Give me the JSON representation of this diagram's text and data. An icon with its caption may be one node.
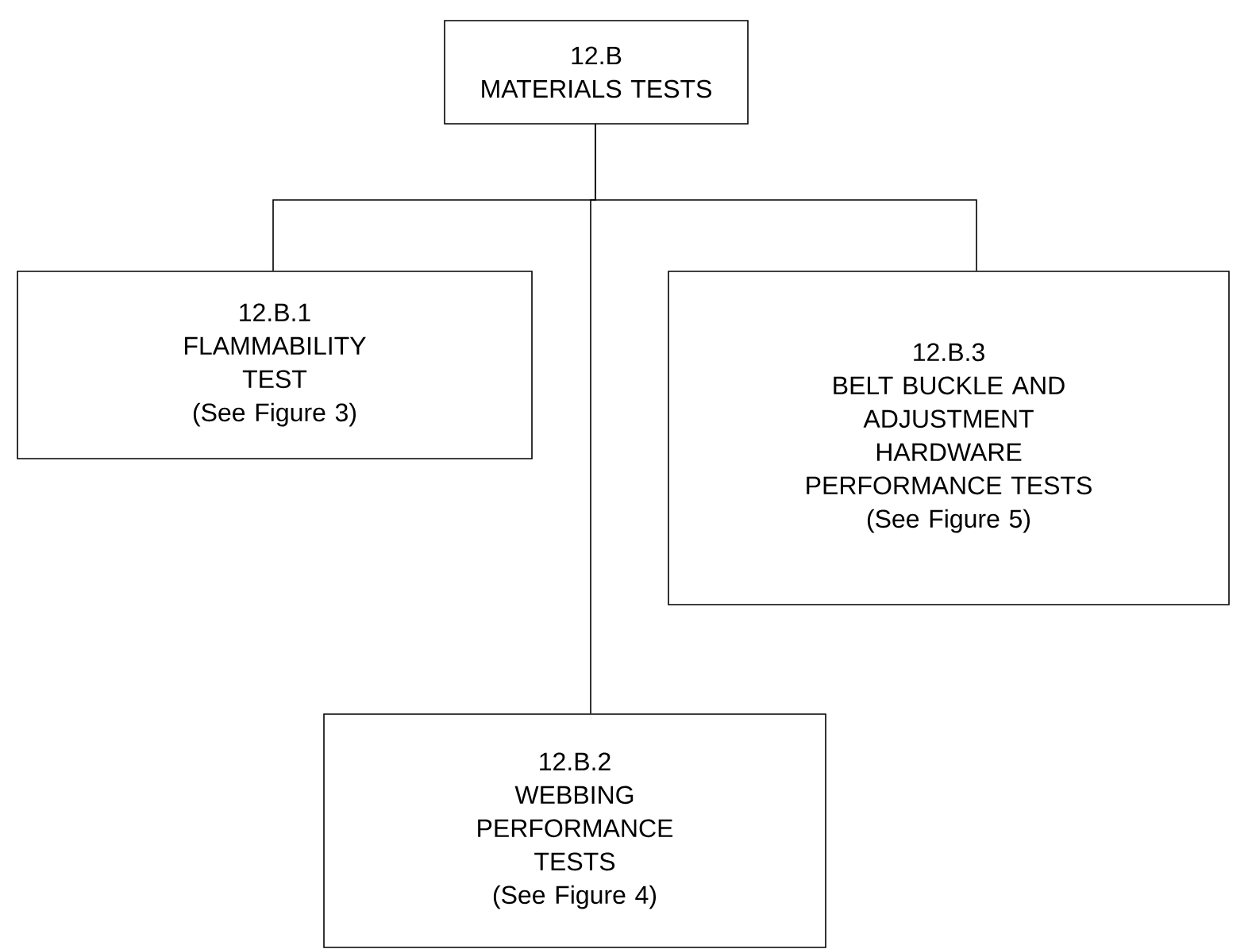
{
  "diagram": {
    "nodes": [
      {
        "text": [
          "12.B",
          "MATERIALS TESTS"
        ]
      },
      {
        "text": [
          "12.B.1",
          "FLAMMABILITY TEST",
          "(See Figure 3)"
        ]
      },
      {
        "text": [
          "12.B.3",
          "BELT BUCKLE AND ADJUSTMENT HARDWARE PERFORMANCE TESTS",
          "(See Figure 5)"
        ]
      },
      {
        "text": [
          "12.B.2",
          "WEBBING PERFORMANCE TESTS",
          "(See Figure 4)"
        ]
      }
    ],
    "edges": [
      {
        "from": 0,
        "to": 1,
        "arrow": "none"
      },
      {
        "from": 0,
        "to": 2,
        "arrow": "none"
      },
      {
        "from": 0,
        "to": 3,
        "arrow": "none"
      }
    ]
  }
}
